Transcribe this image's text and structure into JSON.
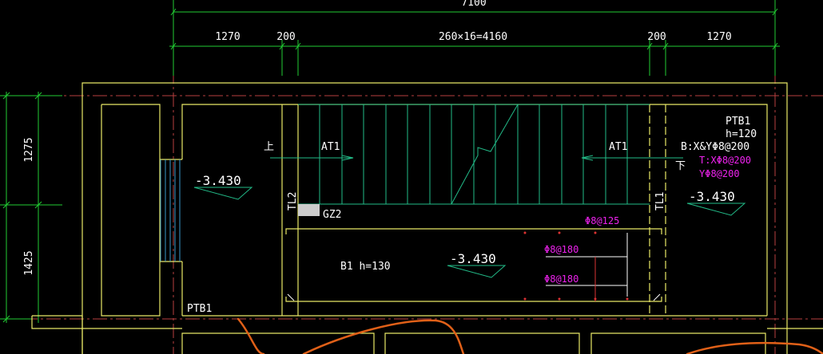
{
  "colors": {
    "background": "#000000",
    "dimension": "#22cc33",
    "wall": "#e8e866",
    "stair": "#22bb88",
    "axis": "#b84040",
    "text": "#ffffff",
    "rebar": "#ee22ee",
    "markup": "#e06018",
    "column": "#cccccc"
  },
  "dimensions": {
    "overall": "7100",
    "seg1": "1270",
    "seg2": "200",
    "seg3": "260×16=4160",
    "seg4": "200",
    "seg5": "1270",
    "left_top": "1275",
    "left_bottom": "1425"
  },
  "labels": {
    "up": "上",
    "down": "下",
    "at1_left": "AT1",
    "at1_right": "AT1",
    "tl2": "TL2",
    "tl1": "TL1",
    "gz2": "GZ2",
    "ptb1_bottom": "PTB1",
    "ptb1_right": "PTB1",
    "h120": "h=120",
    "b1": "B1  h=130",
    "elev_left": "-3.430",
    "elev_center": "-3.430",
    "elev_right": "-3.430"
  },
  "rebar": {
    "bxy": "B:X&YΦ8@200",
    "tx": "T:XΦ8@200",
    "ty": "YΦ8@200",
    "r125": "Φ8@125",
    "r180a": "Φ8@180",
    "r180b": "Φ8@180"
  }
}
